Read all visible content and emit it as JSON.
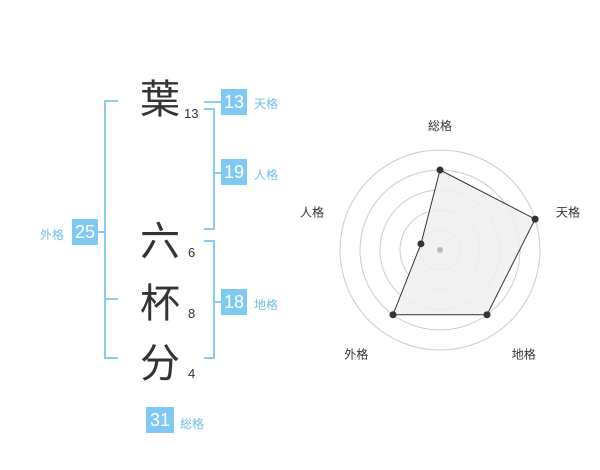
{
  "name": {
    "chars": [
      {
        "char": "葉",
        "strokes": "13"
      },
      {
        "char": "六",
        "strokes": "6"
      },
      {
        "char": "杯",
        "strokes": "8"
      },
      {
        "char": "分",
        "strokes": "4"
      }
    ]
  },
  "fortunes": {
    "tenkaku": {
      "label": "天格",
      "value": "13"
    },
    "jinkaku": {
      "label": "人格",
      "value": "19"
    },
    "chikaku": {
      "label": "地格",
      "value": "18"
    },
    "gaikaku": {
      "label": "外格",
      "value": "25"
    },
    "soukaku": {
      "label": "総格",
      "value": "31"
    }
  },
  "chart_data": {
    "type": "radar",
    "axes": [
      "総格",
      "天格",
      "地格",
      "外格",
      "人格"
    ],
    "values": [
      4,
      5,
      4,
      4,
      1
    ],
    "max": 5,
    "rings": 5,
    "colors": {
      "fill": "#f0f0f0",
      "line": "#333333",
      "grid": "#cccccc",
      "point": "#333333",
      "center": "#bbbbbb"
    }
  }
}
